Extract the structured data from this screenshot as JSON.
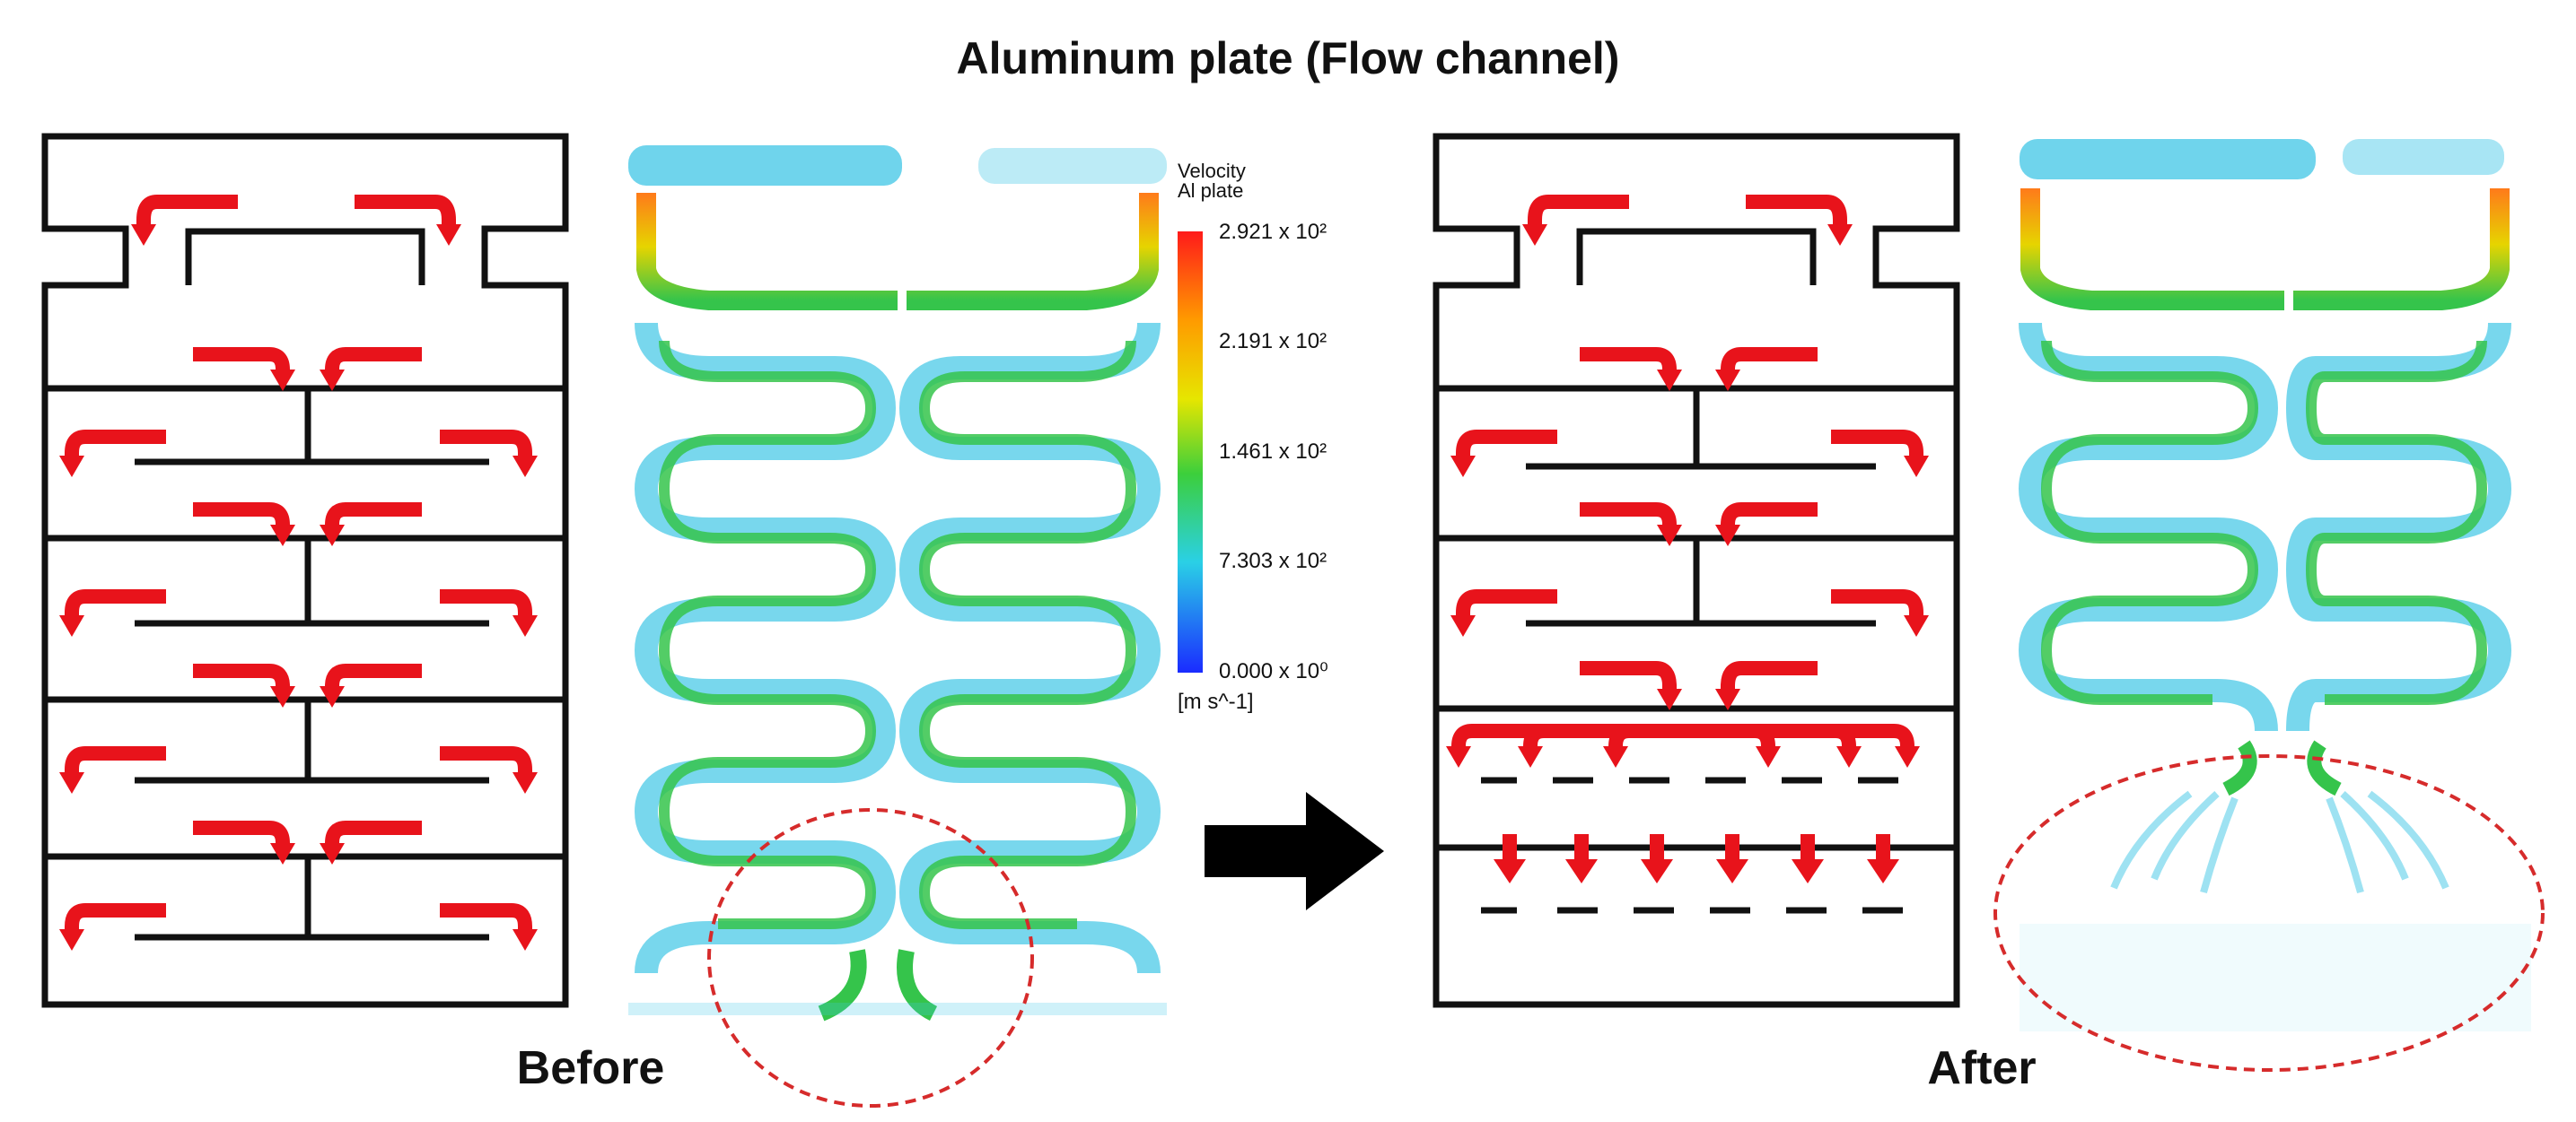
{
  "title": "Aluminum plate (Flow channel)",
  "labels": {
    "before": "Before",
    "after": "After"
  },
  "legend": {
    "title_line1": "Velocity",
    "title_line2": "Al plate",
    "ticks": [
      "2.921 x 10²",
      "2.191 x 10²",
      "1.461 x 10²",
      "7.303 x 10²",
      "0.000 x 10⁰"
    ],
    "unit": "[m s^-1]"
  },
  "colors": {
    "arrow": "#e8131b",
    "wall": "#111111",
    "highlight_circle": "#d62b2b",
    "flow_low": "#3fc6e6",
    "flow_mid": "#35c44b",
    "flow_high": "#ff3a1a"
  },
  "icons": {
    "transition": "right-arrow-icon"
  }
}
